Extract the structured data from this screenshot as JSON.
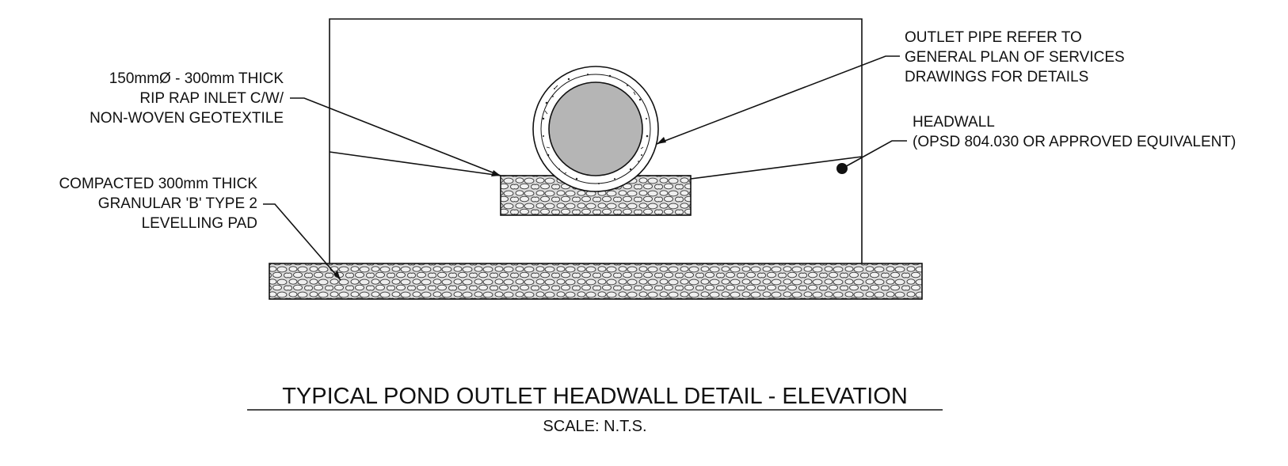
{
  "callouts": {
    "rip_rap": {
      "lines": [
        "150mmØ - 300mm THICK",
        "RIP RAP INLET C/W/",
        "NON-WOVEN GEOTEXTILE"
      ]
    },
    "levelling_pad": {
      "lines": [
        "COMPACTED 300mm THICK",
        "GRANULAR 'B' TYPE 2",
        "LEVELLING PAD"
      ]
    },
    "outlet_pipe": {
      "lines": [
        "OUTLET PIPE REFER TO",
        "GENERAL PLAN OF SERVICES",
        "DRAWINGS FOR DETAILS"
      ]
    },
    "headwall": {
      "lines": [
        "HEADWALL",
        "(OPSD 804.030 OR APPROVED EQUIVALENT)"
      ]
    }
  },
  "title": {
    "main": "TYPICAL POND OUTLET HEADWALL DETAIL - ELEVATION",
    "scale": "SCALE: N.T.S."
  },
  "colors": {
    "line": "#111111",
    "pipe_fill": "#b5b5b5",
    "aggregate_fill": "#d9d9d9"
  }
}
